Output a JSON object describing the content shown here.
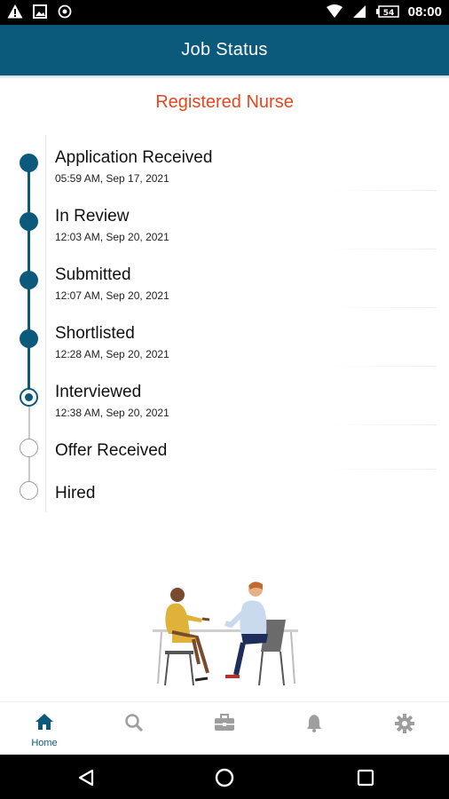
{
  "status_bar": {
    "time": "08:00",
    "battery": "54",
    "icons": [
      "warning-icon",
      "image-icon",
      "location-icon",
      "wifi-icon",
      "signal-icon",
      "battery-icon"
    ]
  },
  "header": {
    "title": "Job Status"
  },
  "job": {
    "title": "Registered Nurse"
  },
  "timeline": {
    "steps": [
      {
        "label": "Application Received",
        "date": "05:59 AM, Sep 17, 2021",
        "state": "done"
      },
      {
        "label": "In Review",
        "date": "12:03 AM, Sep 20, 2021",
        "state": "done"
      },
      {
        "label": "Submitted",
        "date": "12:07 AM, Sep 20, 2021",
        "state": "done"
      },
      {
        "label": "Shortlisted",
        "date": "12:28 AM, Sep 20, 2021",
        "state": "done"
      },
      {
        "label": "Interviewed",
        "date": "12:38 AM, Sep 20, 2021",
        "state": "current"
      },
      {
        "label": "Offer Received",
        "date": "",
        "state": "pending"
      },
      {
        "label": "Hired",
        "date": "",
        "state": "pending"
      }
    ]
  },
  "bottom_nav": {
    "items": [
      {
        "label": "Home",
        "icon": "home-icon",
        "active": true
      },
      {
        "label": "",
        "icon": "search-icon",
        "active": false
      },
      {
        "label": "",
        "icon": "briefcase-icon",
        "active": false
      },
      {
        "label": "",
        "icon": "bell-icon",
        "active": false
      },
      {
        "label": "",
        "icon": "gear-icon",
        "active": false
      }
    ]
  },
  "system_nav": {
    "icons": [
      "back-icon",
      "home-circle-icon",
      "recents-icon"
    ]
  },
  "colors": {
    "primary": "#0b5a7b",
    "accent": "#e4471f",
    "inactive": "#9e9e9e"
  }
}
